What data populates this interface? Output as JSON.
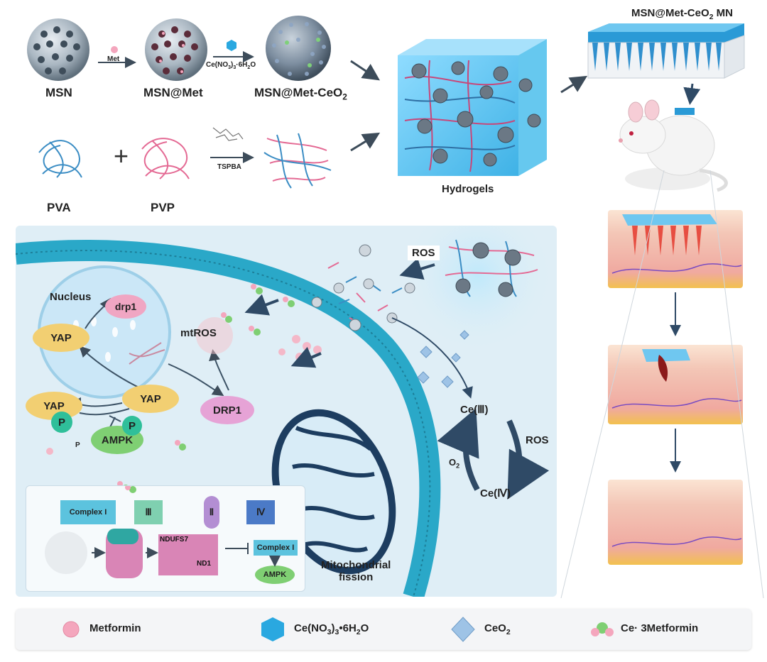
{
  "top": {
    "msn": "MSN",
    "msn_met": "MSN@Met",
    "msn_met_ceo2": "MSN@Met-CeO",
    "ceo2_sub": "2",
    "met_step": "Met",
    "ce_step": "Ce(NO",
    "ce_step_sub": "3",
    "ce_step_tail": ")",
    "ce_step_sub2": "3",
    "ce_step_end": "·6H",
    "ce_step_sub3": "2",
    "ce_step_o": "O",
    "pva": "PVA",
    "pvp": "PVP",
    "tspba": "TSPBA",
    "plus": "+",
    "hydrogels": "Hydrogels",
    "mn_title": "MSN@Met-CeO",
    "mn_sub": "2",
    "mn_tail": " MN"
  },
  "panel": {
    "nucleus": "Nucleus",
    "drp1_small": "drp1",
    "yap_top": "YAP",
    "yap_left": "YAP",
    "yap_mid": "YAP",
    "p1": "P",
    "p2": "P",
    "p_small": "P",
    "ampk": "AMPK",
    "drp1": "DRP1",
    "mtros": "mtROS",
    "ros_top": "ROS",
    "ce3": "Ce(Ⅲ)",
    "ce4": "Ce(Ⅳ)",
    "ros_right": "ROS",
    "o2": "O",
    "o2_sub": "2",
    "mito_line1": "Mitochondrial",
    "mito_line2": "fission",
    "complex1": "Complex I",
    "c3": "Ⅲ",
    "c2": "Ⅱ",
    "c4": "Ⅳ",
    "ndufs7": "NDUFS7",
    "nd1": "ND1",
    "complex1_b": "Complex I",
    "ampk_b": "AMPK"
  },
  "legend": {
    "metformin": "Metformin",
    "ce_salt": "Ce(NO",
    "ce_salt_sub": "3",
    "ce_salt_tail": ")",
    "ce_salt_sub2": "3",
    "ce_salt_end": "•6H",
    "ce_salt_sub3": "2",
    "ce_salt_o": "O",
    "ceo2": "CeO",
    "ceo2_sub": "2",
    "ce_met": "Ce· 3Metformin"
  },
  "colors": {
    "accent_blue": "#2aa8c8",
    "hydrogel_blue": "#5fc4ee",
    "pink": "#f4a6bd",
    "yap_yellow": "#f2cf72",
    "ampk_green": "#7fcf73",
    "drp1_purple": "#e6a3d6",
    "skin": "#f6d6c2",
    "fat": "#f1c24b"
  }
}
